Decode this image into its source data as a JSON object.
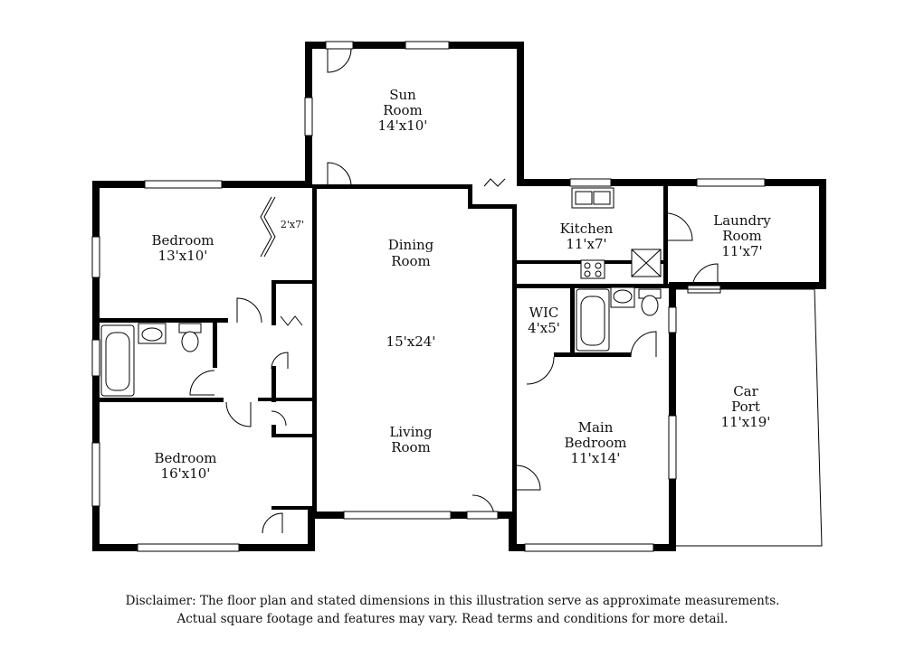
{
  "rooms": {
    "sun_room": {
      "name_line1": "Sun",
      "name_line2": "Room",
      "size": "14'x10'"
    },
    "bedroom_top": {
      "name": "Bedroom",
      "size": "13'x10'"
    },
    "closet": {
      "size": "2'x7'"
    },
    "dining_room": {
      "name_line1": "Dining",
      "name_line2": "Room"
    },
    "living_dining": {
      "size": "15'x24'"
    },
    "living_room": {
      "name_line1": "Living",
      "name_line2": "Room"
    },
    "kitchen": {
      "name": "Kitchen",
      "size": "11'x7'"
    },
    "laundry_room": {
      "name_line1": "Laundry",
      "name_line2": "Room",
      "size": "11'x7'"
    },
    "wic": {
      "name": "WIC",
      "size": "4'x5'"
    },
    "main_bedroom": {
      "name_line1": "Main",
      "name_line2": "Bedroom",
      "size": "11'x14'"
    },
    "car_port": {
      "name_line1": "Car",
      "name_line2": "Port",
      "size": "11'x19'"
    },
    "bedroom_bottom": {
      "name": "Bedroom",
      "size": "16'x10'"
    }
  },
  "disclaimer": {
    "line1": "Disclaimer: The floor plan and stated dimensions in this illustration serve as approximate measurements.",
    "line2": "Actual square footage and features may vary. Read terms and conditions for more detail."
  }
}
